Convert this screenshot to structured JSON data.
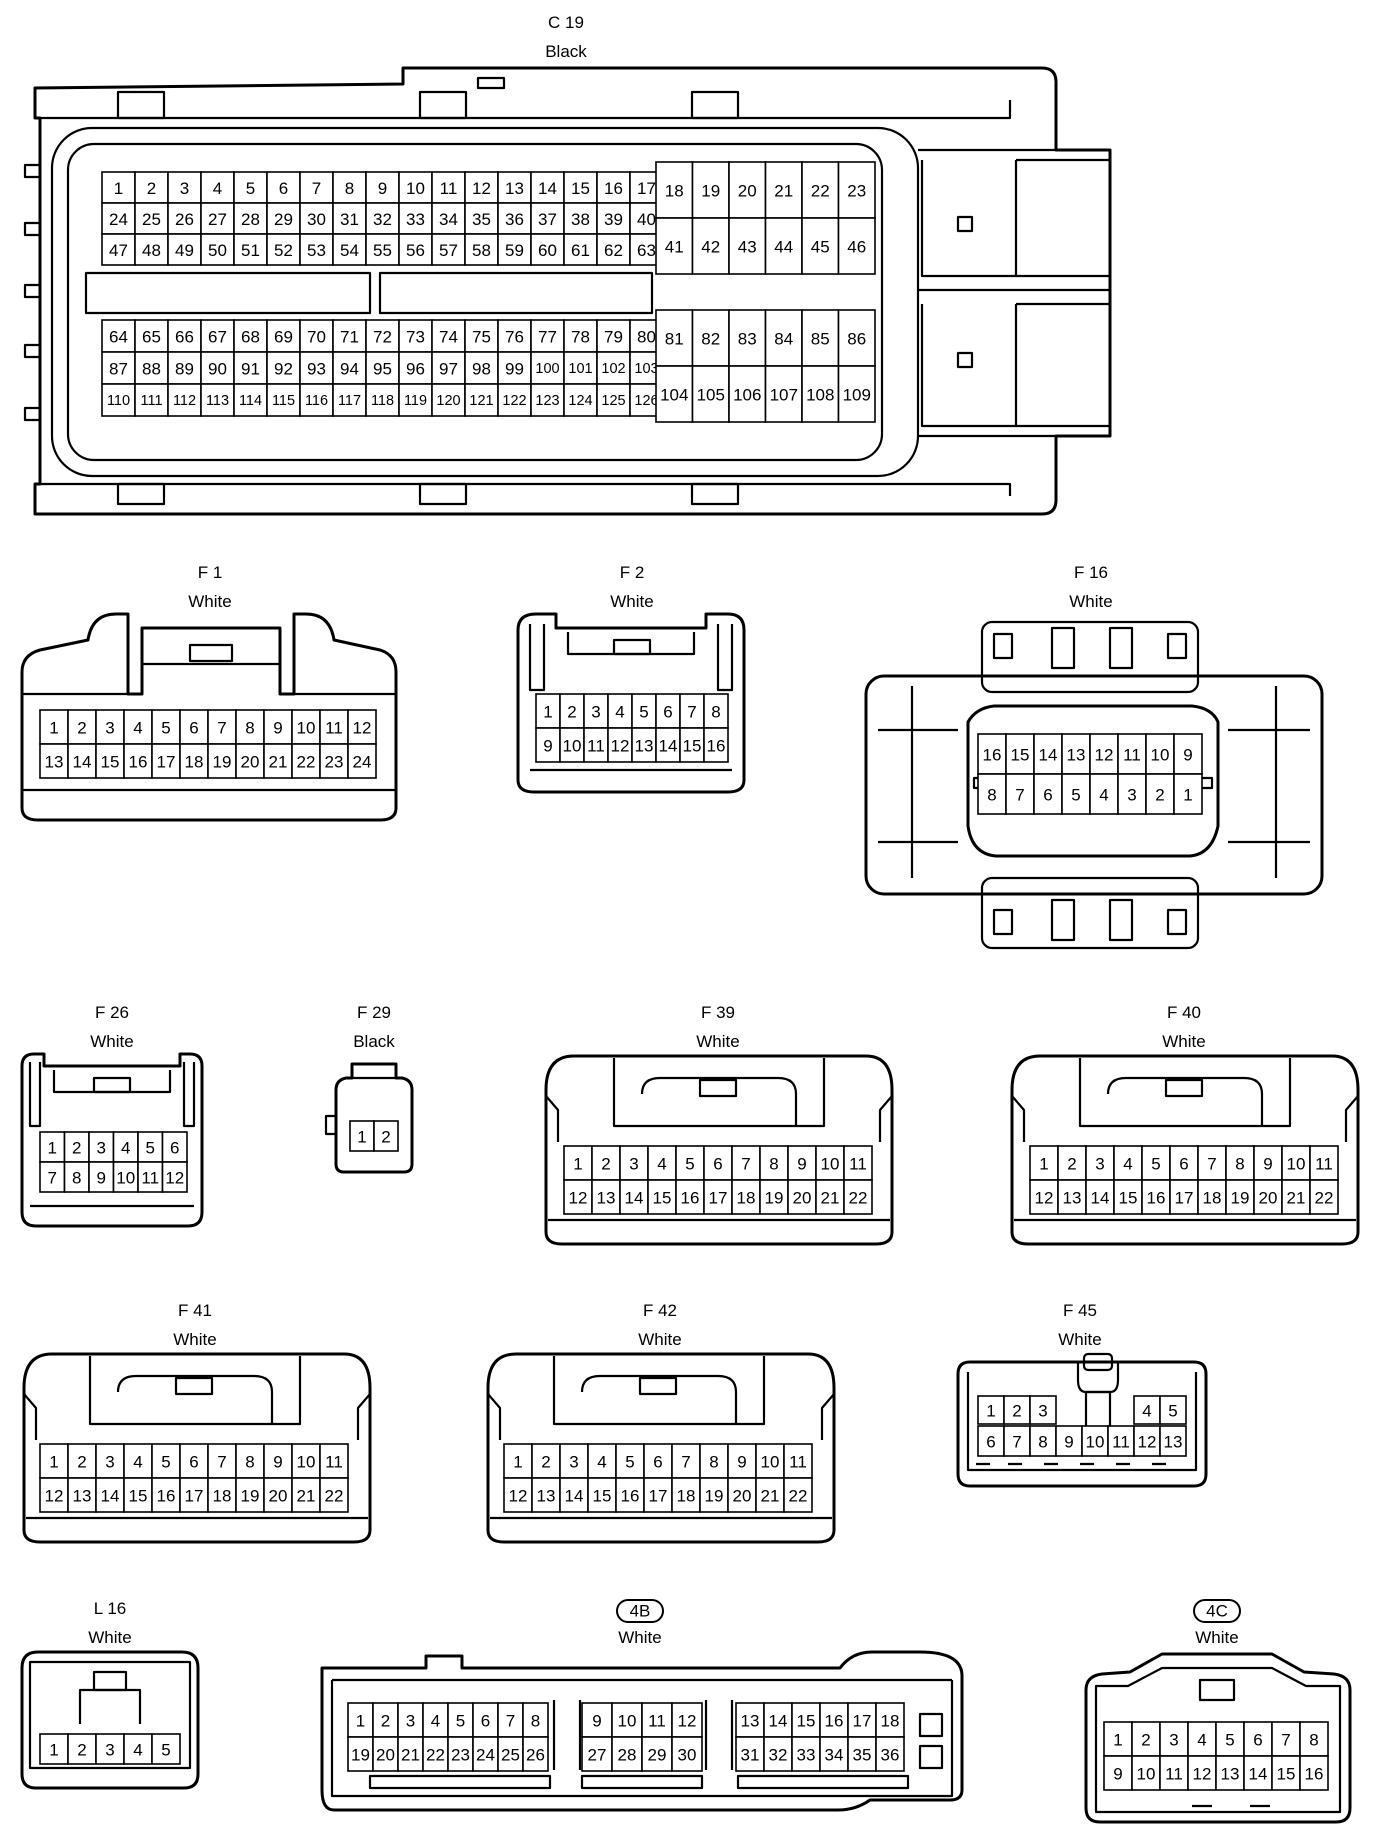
{
  "connectors": [
    {
      "id": "C19",
      "name": "C 19",
      "color": "Black",
      "blocks": [
        {
          "rows": [
            [
              "1",
              "2",
              "3",
              "4",
              "5",
              "6",
              "7",
              "8",
              "9",
              "10",
              "11",
              "12",
              "13",
              "14",
              "15",
              "16",
              "17"
            ],
            [
              "24",
              "25",
              "26",
              "27",
              "28",
              "29",
              "30",
              "31",
              "32",
              "33",
              "34",
              "35",
              "36",
              "37",
              "38",
              "39",
              "40"
            ],
            [
              "47",
              "48",
              "49",
              "50",
              "51",
              "52",
              "53",
              "54",
              "55",
              "56",
              "57",
              "58",
              "59",
              "60",
              "61",
              "62",
              "63"
            ]
          ]
        },
        {
          "rows": [
            [
              "18",
              "19",
              "20",
              "21",
              "22",
              "23"
            ],
            [
              "41",
              "42",
              "43",
              "44",
              "45",
              "46"
            ]
          ]
        },
        {
          "rows": [
            [
              "64",
              "65",
              "66",
              "67",
              "68",
              "69",
              "70",
              "71",
              "72",
              "73",
              "74",
              "75",
              "76",
              "77",
              "78",
              "79",
              "80"
            ],
            [
              "87",
              "88",
              "89",
              "90",
              "91",
              "92",
              "93",
              "94",
              "95",
              "96",
              "97",
              "98",
              "99",
              "100",
              "101",
              "102",
              "103"
            ],
            [
              "110",
              "111",
              "112",
              "113",
              "114",
              "115",
              "116",
              "117",
              "118",
              "119",
              "120",
              "121",
              "122",
              "123",
              "124",
              "125",
              "126"
            ]
          ]
        },
        {
          "rows": [
            [
              "81",
              "82",
              "83",
              "84",
              "85",
              "86"
            ],
            [
              "104",
              "105",
              "106",
              "107",
              "108",
              "109"
            ]
          ]
        }
      ]
    },
    {
      "id": "F1",
      "name": "F 1",
      "color": "White",
      "blocks": [
        {
          "rows": [
            [
              "1",
              "2",
              "3",
              "4",
              "5",
              "6",
              "7",
              "8",
              "9",
              "10",
              "11",
              "12"
            ],
            [
              "13",
              "14",
              "15",
              "16",
              "17",
              "18",
              "19",
              "20",
              "21",
              "22",
              "23",
              "24"
            ]
          ]
        }
      ]
    },
    {
      "id": "F2",
      "name": "F 2",
      "color": "White",
      "blocks": [
        {
          "rows": [
            [
              "1",
              "2",
              "3",
              "4",
              "5",
              "6",
              "7",
              "8"
            ],
            [
              "9",
              "10",
              "11",
              "12",
              "13",
              "14",
              "15",
              "16"
            ]
          ]
        }
      ]
    },
    {
      "id": "F16",
      "name": "F 16",
      "color": "White",
      "blocks": [
        {
          "rows": [
            [
              "16",
              "15",
              "14",
              "13",
              "12",
              "11",
              "10",
              "9"
            ],
            [
              "8",
              "7",
              "6",
              "5",
              "4",
              "3",
              "2",
              "1"
            ]
          ]
        }
      ]
    },
    {
      "id": "F26",
      "name": "F 26",
      "color": "White",
      "blocks": [
        {
          "rows": [
            [
              "1",
              "2",
              "3",
              "4",
              "5",
              "6"
            ],
            [
              "7",
              "8",
              "9",
              "10",
              "11",
              "12"
            ]
          ]
        }
      ]
    },
    {
      "id": "F29",
      "name": "F 29",
      "color": "Black",
      "blocks": [
        {
          "rows": [
            [
              "1",
              "2"
            ]
          ]
        }
      ]
    },
    {
      "id": "F39",
      "name": "F 39",
      "color": "White",
      "blocks": [
        {
          "rows": [
            [
              "1",
              "2",
              "3",
              "4",
              "5",
              "6",
              "7",
              "8",
              "9",
              "10",
              "11"
            ],
            [
              "12",
              "13",
              "14",
              "15",
              "16",
              "17",
              "18",
              "19",
              "20",
              "21",
              "22"
            ]
          ]
        }
      ]
    },
    {
      "id": "F40",
      "name": "F 40",
      "color": "White",
      "blocks": [
        {
          "rows": [
            [
              "1",
              "2",
              "3",
              "4",
              "5",
              "6",
              "7",
              "8",
              "9",
              "10",
              "11"
            ],
            [
              "12",
              "13",
              "14",
              "15",
              "16",
              "17",
              "18",
              "19",
              "20",
              "21",
              "22"
            ]
          ]
        }
      ]
    },
    {
      "id": "F41",
      "name": "F 41",
      "color": "White",
      "blocks": [
        {
          "rows": [
            [
              "1",
              "2",
              "3",
              "4",
              "5",
              "6",
              "7",
              "8",
              "9",
              "10",
              "11"
            ],
            [
              "12",
              "13",
              "14",
              "15",
              "16",
              "17",
              "18",
              "19",
              "20",
              "21",
              "22"
            ]
          ]
        }
      ]
    },
    {
      "id": "F42",
      "name": "F 42",
      "color": "White",
      "blocks": [
        {
          "rows": [
            [
              "1",
              "2",
              "3",
              "4",
              "5",
              "6",
              "7",
              "8",
              "9",
              "10",
              "11"
            ],
            [
              "12",
              "13",
              "14",
              "15",
              "16",
              "17",
              "18",
              "19",
              "20",
              "21",
              "22"
            ]
          ]
        }
      ]
    },
    {
      "id": "F45",
      "name": "F 45",
      "color": "White",
      "blocks": [
        {
          "rows": [
            [
              "1",
              "2",
              "3"
            ]
          ]
        },
        {
          "rows": [
            [
              "4",
              "5"
            ]
          ]
        },
        {
          "rows": [
            [
              "6",
              "7",
              "8",
              "9",
              "10",
              "11",
              "12",
              "13"
            ]
          ]
        }
      ]
    },
    {
      "id": "L16",
      "name": "L 16",
      "color": "White",
      "blocks": [
        {
          "rows": [
            [
              "1",
              "2",
              "3",
              "4",
              "5"
            ]
          ]
        }
      ]
    },
    {
      "id": "4B",
      "name": "4B",
      "color": "White",
      "badge": true,
      "blocks": [
        {
          "rows": [
            [
              "1",
              "2",
              "3",
              "4",
              "5",
              "6",
              "7",
              "8"
            ],
            [
              "19",
              "20",
              "21",
              "22",
              "23",
              "24",
              "25",
              "26"
            ]
          ]
        },
        {
          "rows": [
            [
              "9",
              "10",
              "11",
              "12"
            ],
            [
              "27",
              "28",
              "29",
              "30"
            ]
          ]
        },
        {
          "rows": [
            [
              "13",
              "14",
              "15",
              "16",
              "17",
              "18"
            ],
            [
              "31",
              "32",
              "33",
              "34",
              "35",
              "36"
            ]
          ]
        }
      ]
    },
    {
      "id": "4C",
      "name": "4C",
      "color": "White",
      "badge": true,
      "blocks": [
        {
          "rows": [
            [
              "1",
              "2",
              "3",
              "4",
              "5",
              "6",
              "7",
              "8"
            ],
            [
              "9",
              "10",
              "11",
              "12",
              "13",
              "14",
              "15",
              "16"
            ]
          ]
        }
      ]
    }
  ]
}
